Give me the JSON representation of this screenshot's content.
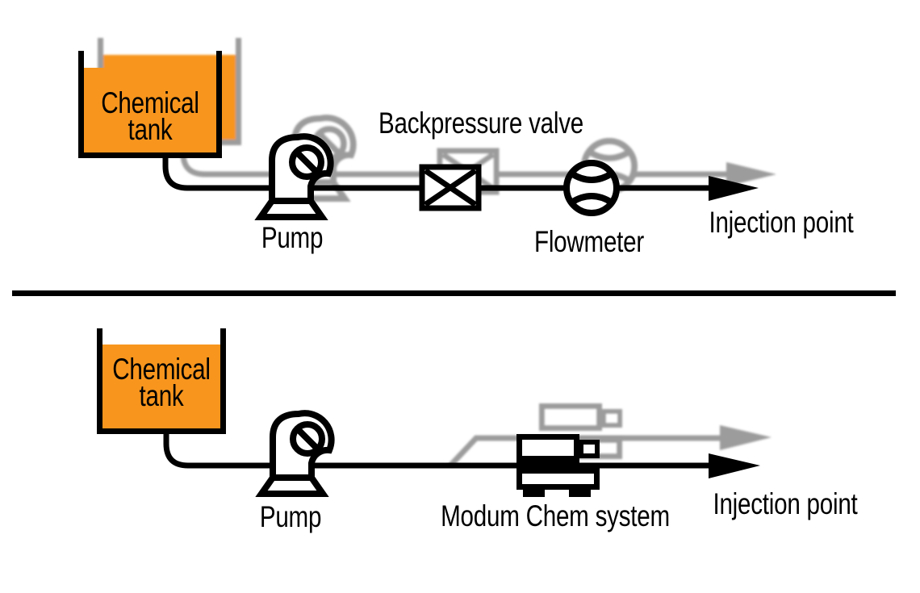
{
  "colors": {
    "accent_orange": "#F7951D",
    "shadow_gray": "#9C9C9C",
    "line_black": "#000000"
  },
  "top_diagram": {
    "tank_label_line1": "Chemical",
    "tank_label_line2": "tank",
    "pump_label": "Pump",
    "valve_label": "Backpressure valve",
    "flowmeter_label": "Flowmeter",
    "arrow_label": "Injection point"
  },
  "bottom_diagram": {
    "tank_label_line1": "Chemical",
    "tank_label_line2": "tank",
    "pump_label": "Pump",
    "system_label": "Modum Chem system",
    "arrow_label": "Injection point"
  }
}
